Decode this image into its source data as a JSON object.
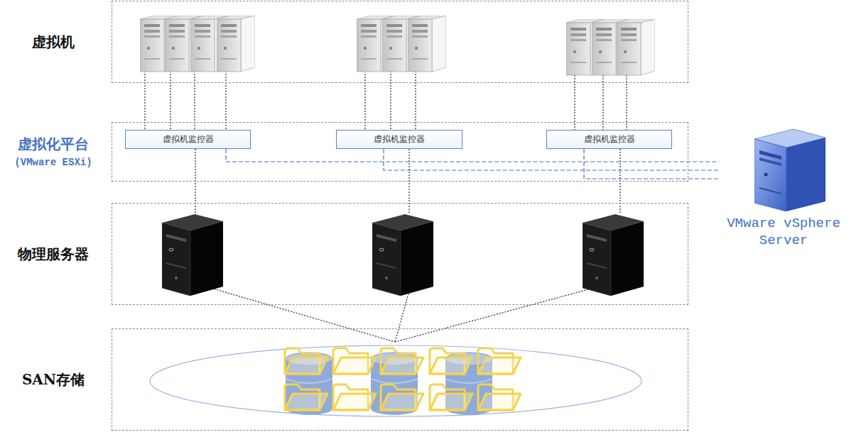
{
  "diagram": {
    "nodes": [
      {
        "text": [
          "虚拟机"
        ]
      },
      {
        "text": [
          "虚拟化平台",
          "(VMware ESXi)"
        ]
      },
      {
        "text": [
          "虚拟机监控器"
        ],
        "in": 1
      },
      {
        "text": [
          "虚拟机监控器"
        ],
        "in": 1
      },
      {
        "text": [
          "虚拟机监控器"
        ],
        "in": 1
      },
      {
        "text": [
          "物理服务器"
        ]
      },
      {
        "text": [
          "SAN存储"
        ]
      },
      {
        "text": [
          "VMware vSphere Server"
        ]
      }
    ],
    "edges": [
      {
        "from": 2,
        "to": 7,
        "arrow": "none"
      },
      {
        "from": 3,
        "to": 7,
        "arrow": "none"
      },
      {
        "from": 4,
        "to": 7,
        "arrow": "none"
      }
    ]
  }
}
